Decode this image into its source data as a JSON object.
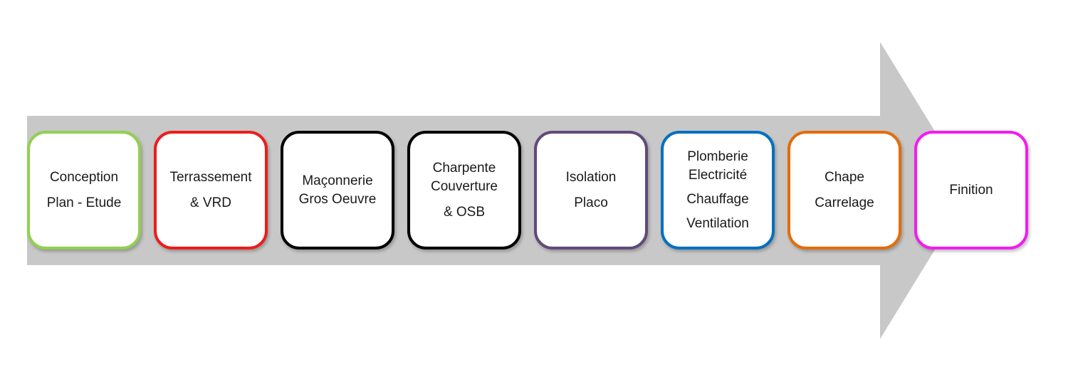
{
  "arrow_color": "#c8c8c8",
  "steps": [
    {
      "lines": [
        "Conception",
        "Plan - Etude"
      ],
      "border": "#92d050"
    },
    {
      "lines": [
        "Terrassement",
        "& VRD"
      ],
      "border": "#ee1c1c"
    },
    {
      "lines": [
        "Maçonnerie",
        "Gros Oeuvre"
      ],
      "border": "#000000"
    },
    {
      "lines": [
        "Charpente",
        "Couverture",
        "& OSB"
      ],
      "border": "#000000"
    },
    {
      "lines": [
        "Isolation",
        "Placo"
      ],
      "border": "#604a7b"
    },
    {
      "lines": [
        "Plomberie",
        "Electricité",
        "Chauffage",
        "Ventilation"
      ],
      "border": "#0070c0"
    },
    {
      "lines": [
        "Chape",
        "Carrelage"
      ],
      "border": "#e46c0a"
    },
    {
      "lines": [
        "Finition"
      ],
      "border": "#f21cf2"
    }
  ]
}
